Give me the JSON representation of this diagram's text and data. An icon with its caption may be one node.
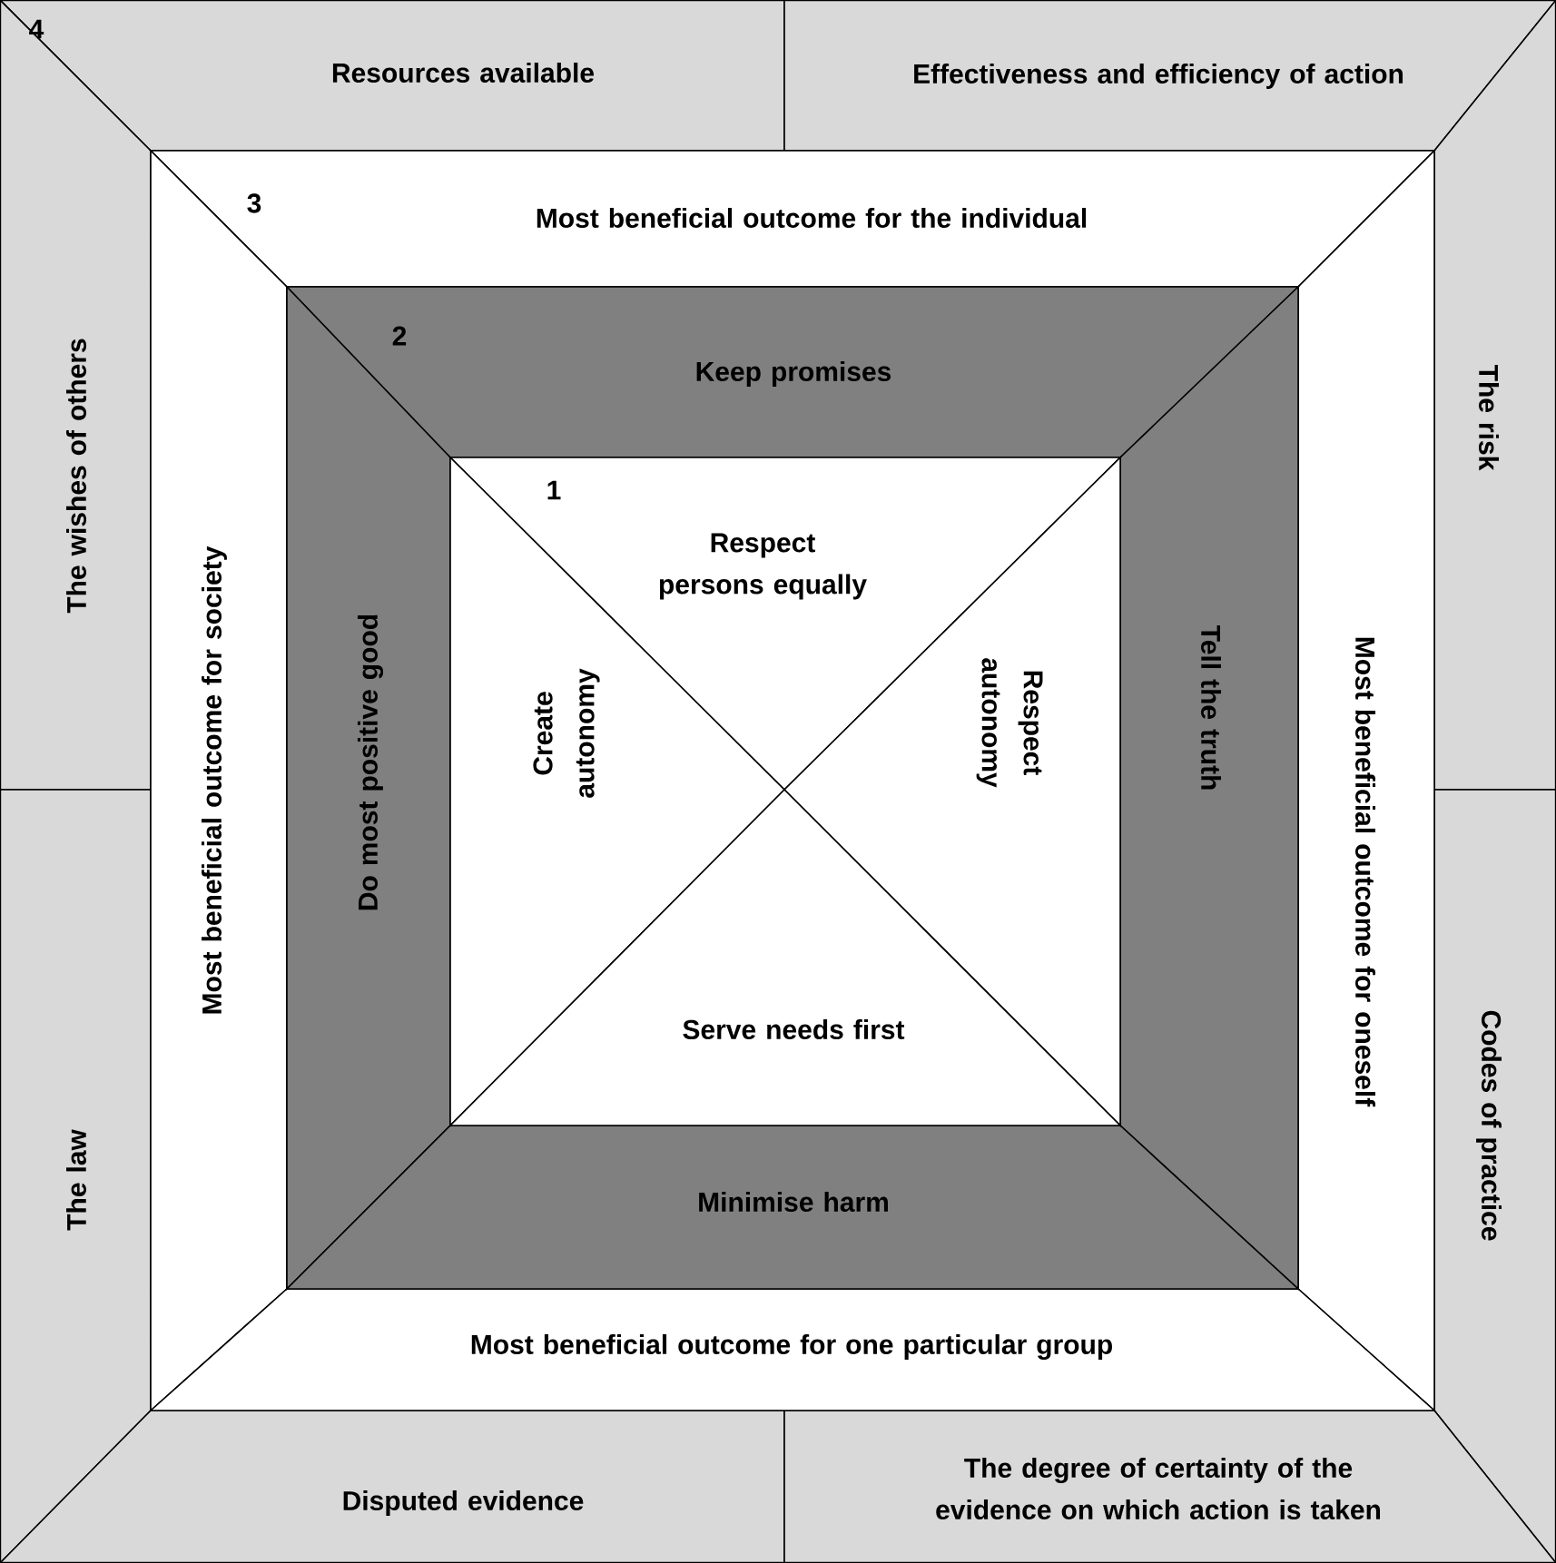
{
  "diagram": {
    "nodes": [
      {
        "text": [
          "Resources available"
        ]
      },
      {
        "text": [
          "Effectiveness and efficiency of action"
        ]
      },
      {
        "text": [
          "The wishes of others"
        ]
      },
      {
        "text": [
          "The risk"
        ]
      },
      {
        "text": [
          "The law"
        ]
      },
      {
        "text": [
          "Codes of practice"
        ]
      },
      {
        "text": [
          "Disputed evidence"
        ]
      },
      {
        "text": [
          "The degree of certainty of the evidence on which action is taken"
        ]
      },
      {
        "text": [
          "Most beneficial outcome for the individual"
        ]
      },
      {
        "text": [
          "Most beneficial outcome for society"
        ]
      },
      {
        "text": [
          "Most beneficial outcome for oneself"
        ]
      },
      {
        "text": [
          "Most beneficial outcome for one particular group"
        ]
      },
      {
        "text": [
          "Keep promises"
        ]
      },
      {
        "text": [
          "Do most positive good"
        ]
      },
      {
        "text": [
          "Tell the truth"
        ]
      },
      {
        "text": [
          "Minimise harm"
        ]
      },
      {
        "text": [
          "Respect persons equally"
        ]
      },
      {
        "text": [
          "Create autonomy"
        ]
      },
      {
        "text": [
          "Respect autonomy"
        ]
      },
      {
        "text": [
          "Serve needs first"
        ]
      }
    ],
    "labels": [
      "4",
      "3",
      "2",
      "1"
    ]
  }
}
